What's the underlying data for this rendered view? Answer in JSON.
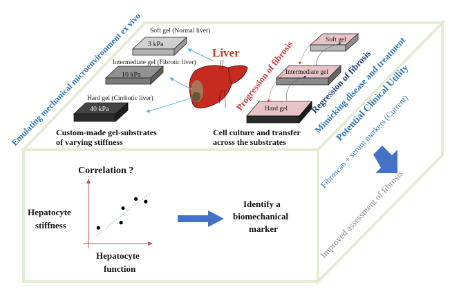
{
  "colors": {
    "cube_edge": "#e2edd6",
    "blue_text": "#2e75b6",
    "dark_blue_text": "#1f3a7a",
    "red_text": "#c0392b",
    "liver_red": "#c62b1f",
    "gray_text": "#7f7f7f",
    "arrow_blue": "#4472c4",
    "axis_red": "#c0504d",
    "soft_gel": "#c8c8c8",
    "intermediate_gel": "#8c8c8c",
    "hard_gel": "#3a3a3a",
    "pink_gel_top": "#e8c4c8"
  },
  "top_face": {
    "edge_label": "Emulating mechanical microenvironment ex vivo",
    "gels": [
      {
        "label": "Soft gel  (Normal liver)",
        "stiffness": "3 kPa"
      },
      {
        "label": "Intermediate gel (Fibrotic liver)",
        "stiffness": "10 kPa"
      },
      {
        "label": "Hard gel (Cirrhotic liver)",
        "stiffness": "40 kPa"
      }
    ],
    "substrates_caption_line1": "Custom-made gel-substrates",
    "substrates_caption_line2": "of varying stiffness",
    "liver_label": "Liver",
    "culture_gels": [
      "Soft gel",
      "Intermediate gel",
      "Hard gel"
    ],
    "progression_label": "Progression of fibrosis",
    "regression_label": "Regression of fibrosis",
    "culture_caption_line1": "Cell culture and transfer",
    "culture_caption_line2": "across the substrates"
  },
  "right_face": {
    "mimicking_label": "Mimicking disease and treatment",
    "clinical_label": "Potential Clinical Utility",
    "current_label": "Fibroscan + serum markers (Current)",
    "improved_label": "Improved assessment of fibrosis"
  },
  "front_face": {
    "correlation_title": "Correlation ?",
    "y_label_line1": "Hepatocyte",
    "y_label_line2": "stiffness",
    "x_label_line1": "Hepatocyte",
    "x_label_line2": "function",
    "marker_line1": "Identify a",
    "marker_line2": "biomechanical",
    "marker_line3": "marker"
  },
  "chart_data": {
    "type": "scatter",
    "title": "Correlation ?",
    "xlabel": "Hepatocyte function",
    "ylabel": "Hepatocyte stiffness",
    "points": [
      {
        "x": 1.0,
        "y": 1.2
      },
      {
        "x": 3.3,
        "y": 1.6
      },
      {
        "x": 3.5,
        "y": 2.7
      },
      {
        "x": 4.8,
        "y": 3.4
      },
      {
        "x": 5.8,
        "y": 3.2
      }
    ],
    "trendline": {
      "x": [
        0.8,
        6.3
      ],
      "y": [
        0.6,
        3.9
      ]
    },
    "xlim": [
      0,
      7
    ],
    "ylim": [
      0,
      5
    ],
    "grid": false
  }
}
